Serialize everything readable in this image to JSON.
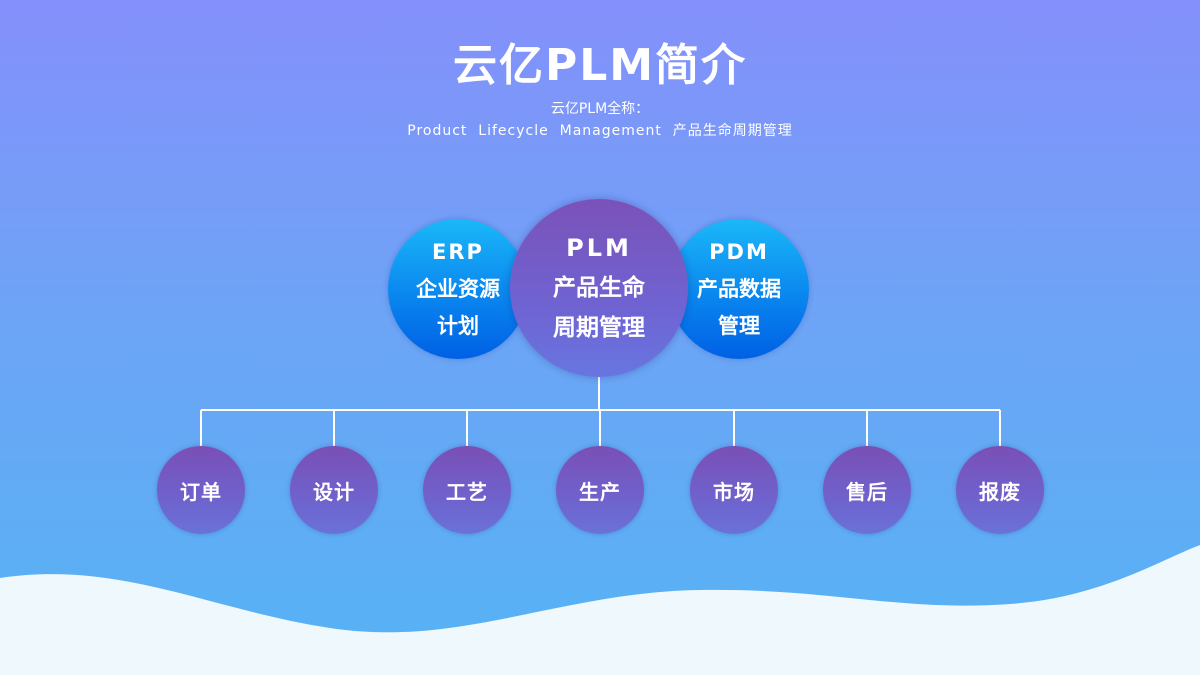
{
  "title": "云亿PLM简介",
  "subtitle_line1": "云亿PLM全称：",
  "subtitle_line2": "Product  Lifecycle  Management  产品生命周期管理",
  "nodes": {
    "erp": {
      "line1": "ERP",
      "line2": "企业资源",
      "line3": "计划"
    },
    "plm": {
      "line1": "PLM",
      "line2": "产品生命",
      "line3": "周期管理"
    },
    "pdm": {
      "line1": "PDM",
      "line2": "产品数据",
      "line3": "管理"
    }
  },
  "stages": [
    "订单",
    "设计",
    "工艺",
    "生产",
    "市场",
    "售后",
    "报废"
  ],
  "colors": {
    "background_top": "#8490fb",
    "background_bottom": "#55b3f4",
    "side_circle": "#0a86ef",
    "purple_circle": "#7252c0",
    "wave": "#eef8fd"
  }
}
